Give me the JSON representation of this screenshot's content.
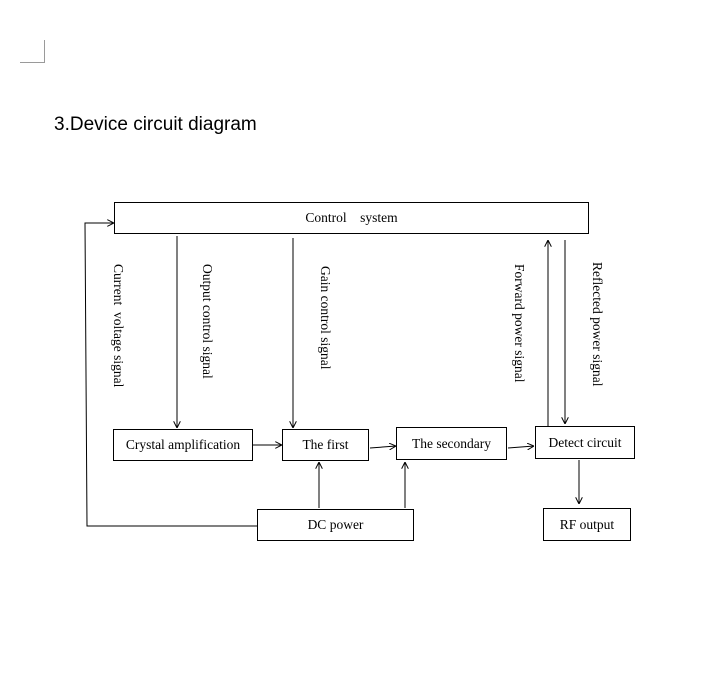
{
  "heading": "3.Device circuit diagram",
  "nodes": {
    "control_system": "Control    system",
    "crystal_amplification": "Crystal amplification",
    "the_first": "The first",
    "the_secondary": "The secondary",
    "detect_circuit": "Detect circuit",
    "dc_power": "DC power",
    "rf_output": "RF output"
  },
  "signals": {
    "current_voltage": "Current  voltage signal",
    "output_control": "Output control signal",
    "gain_control": "Gain control signal",
    "forward_power": "Forward power signal",
    "reflected_power": "Reflected power signal"
  }
}
